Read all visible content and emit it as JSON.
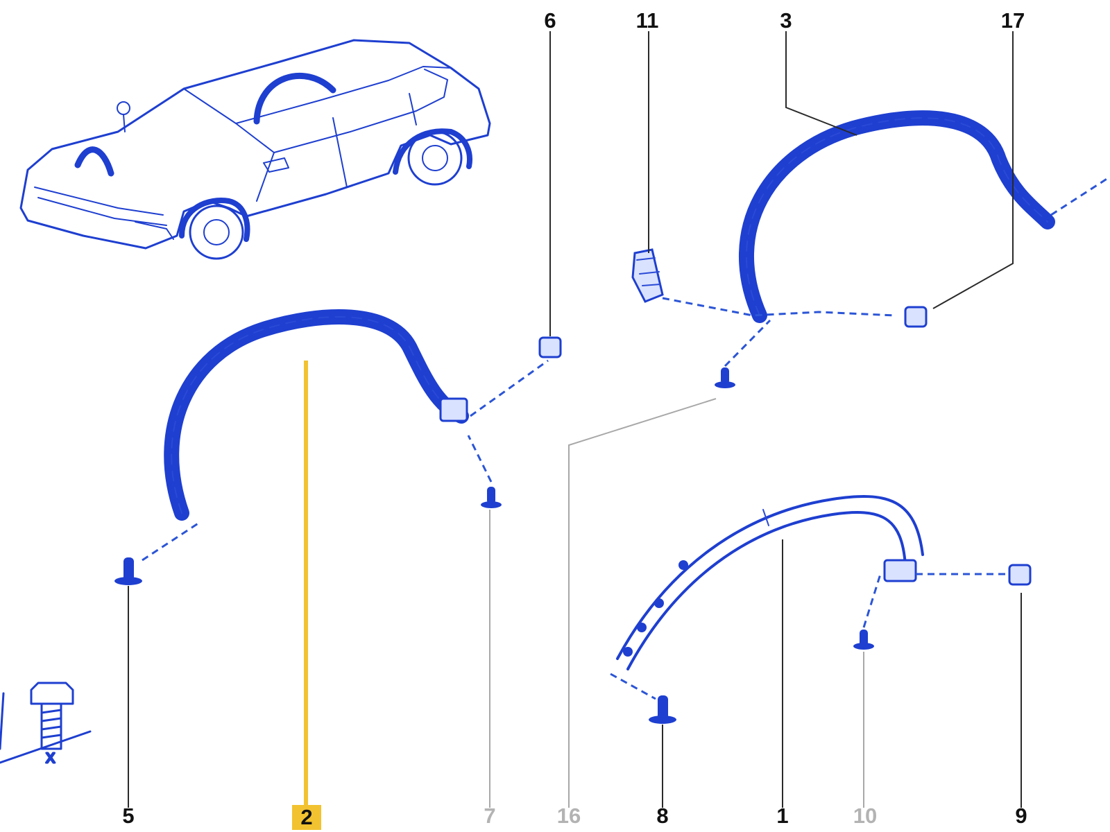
{
  "colors": {
    "line_art": "#1e3fd0",
    "highlight": "#f2c230",
    "text": "#111111",
    "dimmed_text": "#b3b3b3"
  },
  "callouts": {
    "top": [
      {
        "label": "6",
        "dim": false
      },
      {
        "label": "11",
        "dim": false
      },
      {
        "label": "3",
        "dim": false
      },
      {
        "label": "17",
        "dim": false
      }
    ],
    "bottom": [
      {
        "label": "5",
        "dim": false
      },
      {
        "label": "2",
        "dim": false,
        "highlighted": true
      },
      {
        "label": "7",
        "dim": true
      },
      {
        "label": "16",
        "dim": true
      },
      {
        "label": "8",
        "dim": false
      },
      {
        "label": "1",
        "dim": false
      },
      {
        "label": "10",
        "dim": true
      },
      {
        "label": "9",
        "dim": false
      }
    ]
  },
  "bolt_detail": {
    "dimension_label": "X"
  },
  "illustrations": {
    "vehicle": "suv-overview-icon",
    "parts": [
      "front-wheel-arch-molding",
      "rear-wheel-arch-molding",
      "sill-end-molding",
      "push-clips",
      "clip-nuts",
      "bolt-detail"
    ]
  }
}
